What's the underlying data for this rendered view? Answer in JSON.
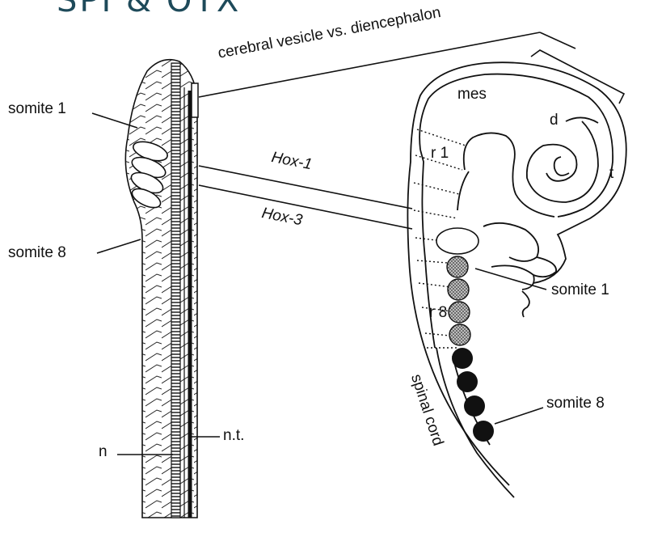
{
  "header": {
    "title_fragment": "SPI & OTX"
  },
  "labels": {
    "cerebral": "cerebral vesicle vs. diencephalon",
    "mes": "mes",
    "d": "d",
    "t": "t",
    "r1": "r 1",
    "r8": "r 8",
    "hox1": "Hox-1",
    "hox3": "Hox-3",
    "somite1_left": "somite 1",
    "somite8_left": "somite 8",
    "somite1_right": "somite 1",
    "somite8_right": "somite 8",
    "spinal_cord": "spinal cord",
    "n": "n",
    "nt": "n.t."
  },
  "colors": {
    "ink": "#111111",
    "gray_somite": "#9a9a9a",
    "title": "#1e4a5a"
  }
}
